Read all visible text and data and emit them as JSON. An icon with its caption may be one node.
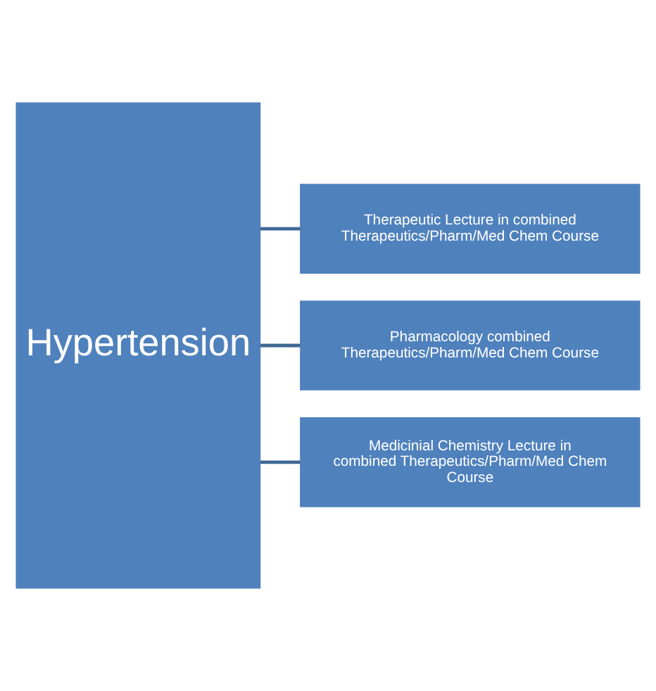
{
  "diagram": {
    "nodes": [
      {
        "text": [
          "Hypertension"
        ]
      },
      {
        "text": [
          "Therapeutic Lecture in combined Therapeutics/Pharm/Med Chem Course"
        ]
      },
      {
        "text": [
          "Pharmacology combined Therapeutics/Pharm/Med Chem Course"
        ]
      },
      {
        "text": [
          "Medicinial Chemistry Lecture in combined Therapeutics/Pharm/Med Chem Course"
        ]
      }
    ],
    "edges": [
      {
        "from": 0,
        "to": 1,
        "arrow": "none"
      },
      {
        "from": 0,
        "to": 2,
        "arrow": "none"
      },
      {
        "from": 0,
        "to": 3,
        "arrow": "none"
      }
    ]
  }
}
